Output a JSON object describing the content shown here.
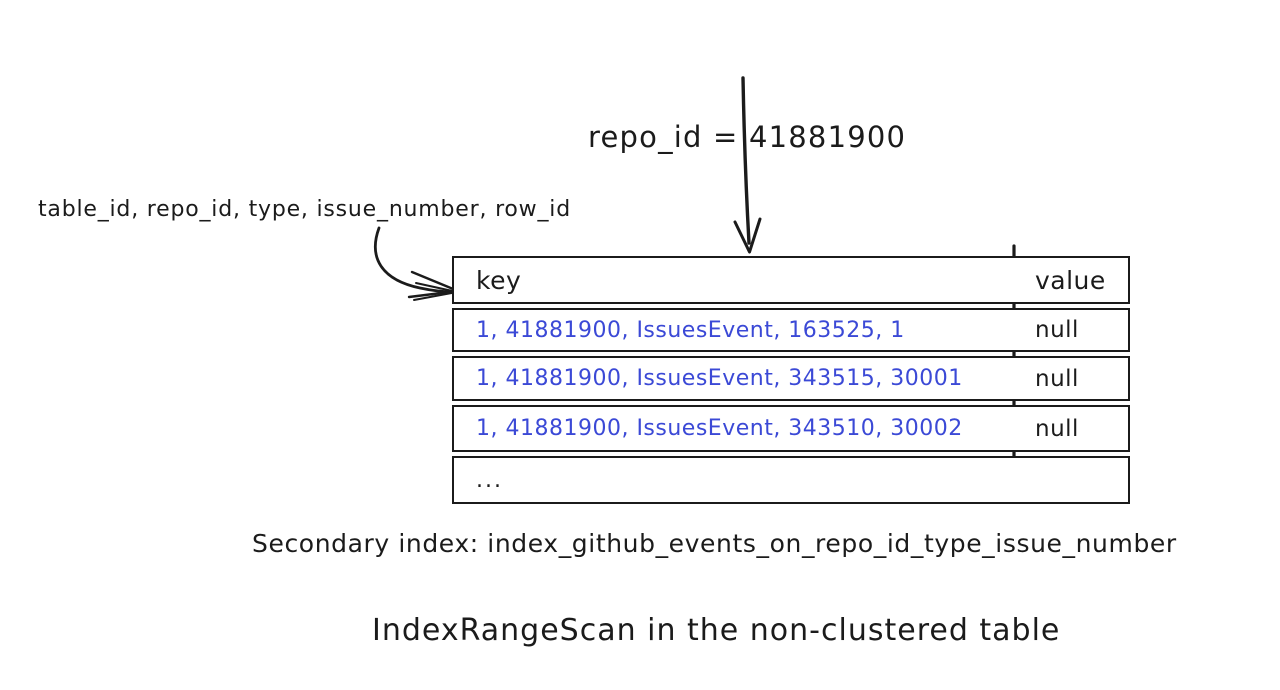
{
  "diagram": {
    "predicate_label": "repo_id = 41881900",
    "columns_label": "table_id, repo_id, type, issue_number, row_id",
    "index_caption": "Secondary index: index_github_events_on_repo_id_type_issue_number",
    "title_caption": "IndexRangeScan in the non-clustered table",
    "colors": {
      "ink": "#1b1b1b",
      "key_text": "#3b49d6",
      "background": "#ffffff"
    }
  },
  "table": {
    "headers": {
      "key": "key",
      "value": "value"
    },
    "rows": [
      {
        "key": "1, 41881900, IssuesEvent, 163525, 1",
        "value": "null"
      },
      {
        "key": "1, 41881900, IssuesEvent, 343515, 30001",
        "value": "null"
      },
      {
        "key": "1, 41881900, IssuesEvent, 343510, 30002",
        "value": "null"
      },
      {
        "key": "...",
        "value": ""
      }
    ]
  },
  "annotations": {
    "down_arrow_name": "down-arrow-to-table",
    "curved_arrow_name": "curved-arrow-to-key-column"
  }
}
